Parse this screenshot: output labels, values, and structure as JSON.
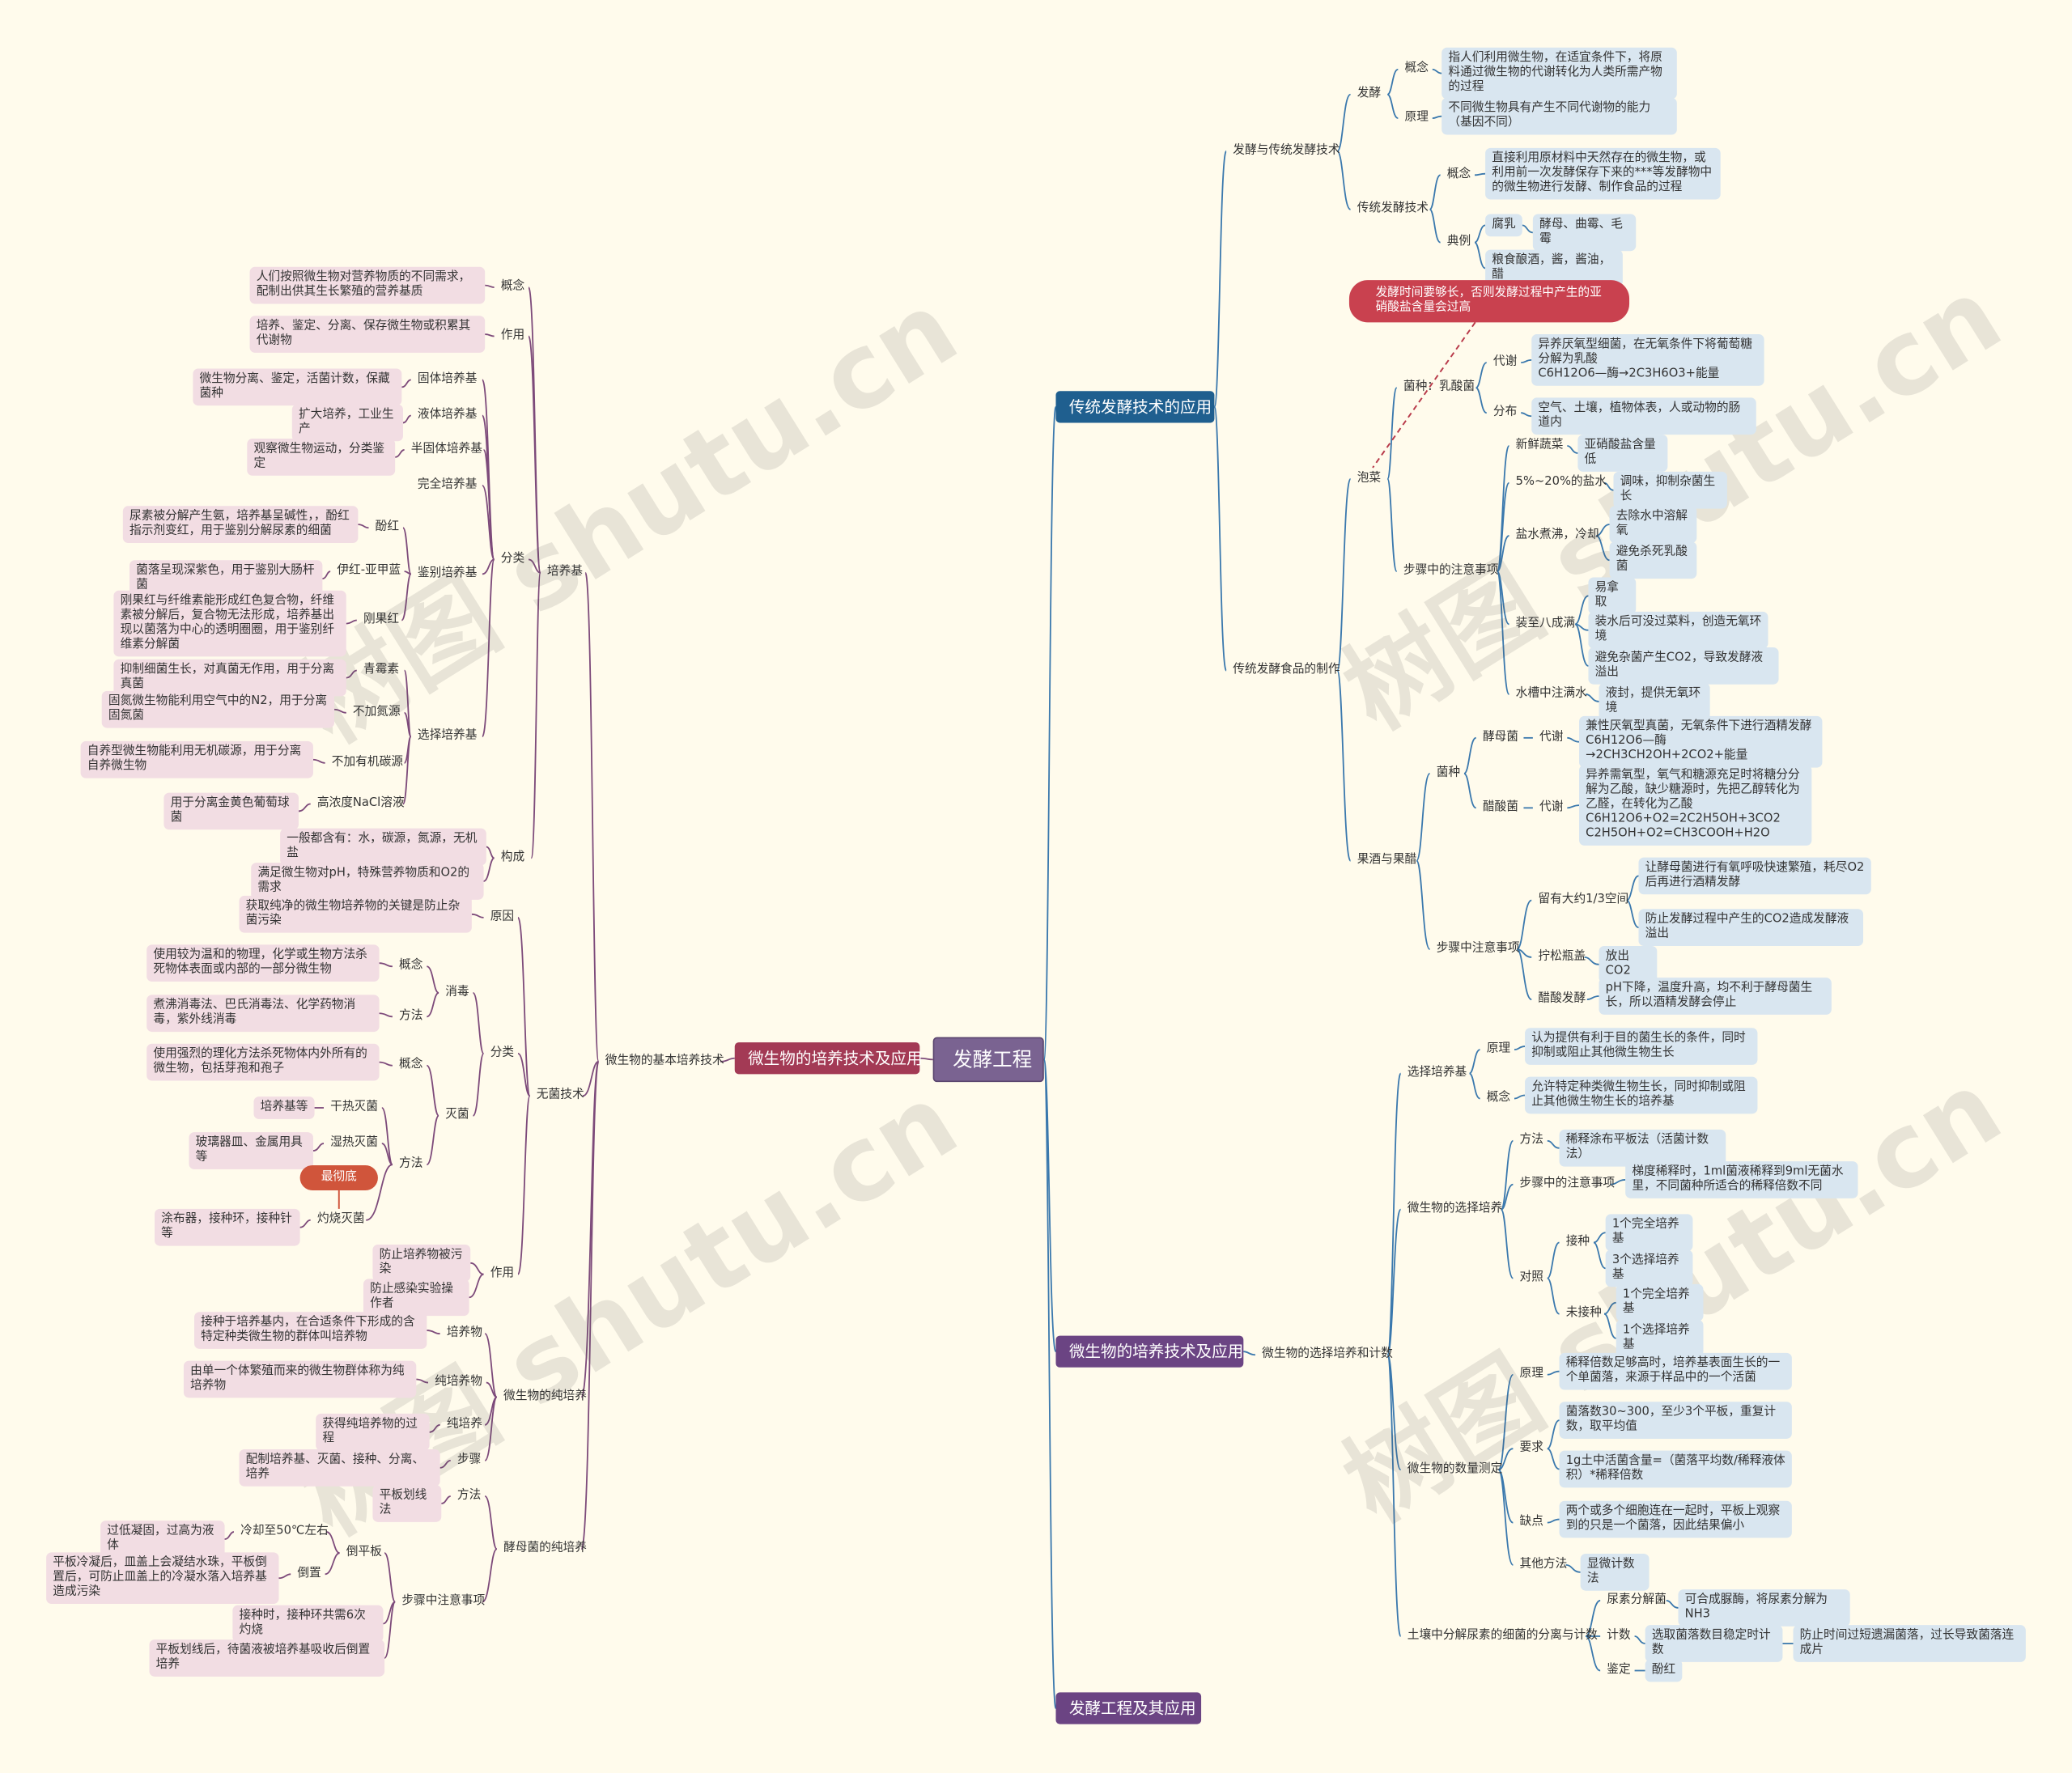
{
  "watermark": "树图 shutu.cn",
  "root": "发酵工程",
  "main": {
    "fermentation_tech": "传统发酵技术的应用",
    "culture_right": "微生物的培养技术及应用",
    "culture_left": "微生物的培养技术及应用",
    "fermentation_eng": "发酵工程及其应用"
  },
  "right_top": {
    "fermentation_and_traditional": "发酵与传统发酵技术",
    "fermentation": "发酵",
    "concept": "概念",
    "concept_text": "指人们利用微生物，在适宜条件下，将原料通过微生物的代谢转化为人类所需产物的过程",
    "principle": "原理",
    "principle_text": "不同微生物具有产生不同代谢物的能力（基因不同）",
    "traditional": "传统发酵技术",
    "trad_concept": "概念",
    "trad_concept_text": "直接利用原材料中天然存在的微生物，或利用前一次发酵保存下来的***等发酵物中的微生物进行发酵、制作食品的过程",
    "example": "典例",
    "furu": "腐乳",
    "furu_text": "酵母、曲霉、毛霉",
    "liangshi": "粮食酿酒，酱，酱油，醋",
    "making": "传统发酵食品的制作",
    "note": "发酵时间要够长，否则发酵过程中产生的亚硝酸盐含量会过高",
    "paocai": "泡菜",
    "strain_lactic": "菌种：乳酸菌",
    "metabolism": "代谢",
    "metabolism_text": "异养厌氧型细菌，在无氧条件下将葡萄糖分解为乳酸\nC6H12O6—酶→2C3H6O3+能量",
    "distribution": "分布",
    "distribution_text": "空气、土壤，植物体表，人或动物的肠道内",
    "steps": "步骤中的注意事项",
    "fresh": "新鲜蔬菜",
    "fresh_text": "亚硝酸盐含量低",
    "salt": "5%~20%的盐水",
    "salt_text": "调味，抑制杂菌生长",
    "boil": "盐水煮沸，冷却",
    "boil_1": "去除水中溶解氧",
    "boil_2": "避免杀死乳酸菌",
    "eighty": "装至八成满",
    "eighty_1": "易拿取",
    "eighty_2": "装水后可没过菜料，创造无氧环境",
    "eighty_3": "避免杂菌产生CO2，导致发酵液溢出",
    "water": "水槽中注满水",
    "water_text": "液封，提供无氧环境",
    "wine": "果酒与果醋",
    "strain": "菌种",
    "yeast": "酵母菌",
    "yeast_meta": "代谢",
    "yeast_text": "兼性厌氧型真菌，无氧条件下进行酒精发酵\nC6H12O6—酶→2CH3CH2OH+2CO2+能量",
    "acetic": "醋酸菌",
    "acetic_meta": "代谢",
    "acetic_text": "异养需氧型，氧气和糖源充足时将糖分分解为乙酸，缺少糖源时，先把乙醇转化为乙醛，在转化为乙酸\nC6H12O6+O2=2C2H5OH+3CO2\nC2H5OH+O2=CH3COOH+H2O",
    "wine_steps": "步骤中注意事项",
    "space": "留有大约1/3空间",
    "space_1": "让酵母菌进行有氧呼吸快速繁殖，耗尽O2后再进行酒精发酵",
    "space_2": "防止发酵过程中产生的CO2造成发酵液溢出",
    "loosen": "拧松瓶盖",
    "loosen_text": "放出CO2",
    "vinegar": "醋酸发酵",
    "vinegar_text": "pH下降，温度升高，均不利于酵母菌生长，所以酒精发酵会停止"
  },
  "right_bottom": {
    "selection_count": "微生物的选择培养和计数",
    "selective_medium": "选择培养基",
    "principle": "原理",
    "principle_text": "认为提供有利于目的菌生长的条件，同时抑制或阻止其他微生物生长",
    "concept": "概念",
    "concept_text": "允许特定种类微生物生长，同时抑制或阻止其他微生物生长的培养基",
    "selective_culture": "微生物的选择培养",
    "method": "方法",
    "method_text": "稀释涂布平板法（活菌计数法）",
    "steps": "步骤中的注意事项",
    "steps_text": "梯度稀释时，1ml菌液稀释到9ml无菌水里，不同菌种所适合的稀释倍数不同",
    "control": "对照",
    "inoculate": "接种",
    "inoc_1": "1个完全培养基",
    "inoc_2": "3个选择培养基",
    "not_inoc": "未接种",
    "noinoc_1": "1个完全培养基",
    "noinoc_2": "1个选择培养基",
    "count": "微生物的数量测定",
    "count_principle": "原理",
    "count_principle_text": "稀释倍数足够高时，培养基表面生长的一个单菌落，来源于样品中的一个活菌",
    "require": "要求",
    "require_1": "菌落数30~300，至少3个平板，重复计数，取平均值",
    "require_2": "1g土中活菌含量=（菌落平均数/稀释液体积）*稀释倍数",
    "defect": "缺点",
    "defect_text": "两个或多个细胞连在一起时，平板上观察到的只是一个菌落，因此结果偏小",
    "other": "其他方法",
    "other_text": "显微计数法",
    "soil": "土壤中分解尿素的细菌的分离与计数",
    "urease": "尿素分解菌",
    "urease_text": "可合成脲酶，将尿素分解为NH3",
    "soil_count": "计数",
    "soil_count_text": "选取菌落数目稳定时计数",
    "soil_count_text2": "防止时间过短遗漏菌落，过长导致菌落连成片",
    "identify": "鉴定",
    "identify_text": "酚红"
  },
  "left": {
    "basic": "微生物的基本培养技术",
    "medium": "培养基",
    "concept": "概念",
    "concept_text": "人们按照微生物对营养物质的不同需求，配制出供其生长繁殖的营养基质",
    "function": "作用",
    "function_text": "培养、鉴定、分离、保存微生物或积累其代谢物",
    "classify": "分类",
    "solid": "固体培养基",
    "solid_text": "微生物分离、鉴定，活菌计数，保藏菌种",
    "liquid": "液体培养基",
    "liquid_text": "扩大培养，工业生产",
    "semi": "半固体培养基",
    "semi_text": "观察微生物运动，分类鉴定",
    "complete": "完全培养基",
    "identify_medium": "鉴别培养基",
    "phenol": "酚红",
    "phenol_text": "尿素被分解产生氨，培养基呈碱性，，酚红指示剂变红，用于鉴别分解尿素的细菌",
    "emb": "伊红-亚甲蓝",
    "emb_text": "菌落呈现深紫色，用于鉴别大肠杆菌",
    "congo": "刚果红",
    "congo_text": "刚果红与纤维素能形成红色复合物，纤维素被分解后，复合物无法形成，培养基出现以菌落为中心的透明圈圈，用于鉴别纤维素分解菌",
    "select_medium": "选择培养基",
    "penicillin": "青霉素",
    "penicillin_text": "抑制细菌生长，对真菌无作用，用于分离真菌",
    "no_n": "不加氮源",
    "no_n_text": "固氮微生物能利用空气中的N2，用于分离固氮菌",
    "no_c": "不加有机碳源",
    "no_c_text": "自养型微生物能利用无机碳源，用于分离自养微生物",
    "nacl": "高浓度NaCl溶液",
    "nacl_text": "用于分离金黄色葡萄球菌",
    "composition": "构成",
    "comp_1": "一般都含有：水，碳源，氮源，无机盐",
    "comp_2": "满足微生物对pH，特殊营养物质和O2的需求",
    "aseptic": "无菌技术",
    "reason": "原因",
    "reason_text": "获取纯净的微生物培养物的关键是防止杂菌污染",
    "aseptic_classify": "分类",
    "disinfect": "消毒",
    "dis_concept": "概念",
    "dis_concept_text": "使用较为温和的物理，化学或生物方法杀死物体表面或内部的一部分微生物",
    "dis_method": "方法",
    "dis_method_text": "煮沸消毒法、巴氏消毒法、化学药物消毒，紫外线消毒",
    "sterilize": "灭菌",
    "ster_concept": "概念",
    "ster_concept_text": "使用强烈的理化方法杀死物体内外所有的微生物，包括芽孢和孢子",
    "ster_method": "方法",
    "dry": "干热灭菌",
    "dry_text": "培养基等",
    "moist": "湿热灭菌",
    "moist_text": "玻璃器皿、金属用具等",
    "most_thorough": "最彻底",
    "burn": "灼烧灭菌",
    "burn_text": "涂布器，接种环，接种针等",
    "aseptic_function": "作用",
    "func_1": "防止培养物被污染",
    "func_2": "防止感染实验操作者",
    "pure": "微生物的纯培养",
    "culture": "培养物",
    "culture_text": "接种于培养基内，在合适条件下形成的含特定种类微生物的群体叫培养物",
    "pure_culture": "纯培养物",
    "pure_culture_text": "由单一个体繁殖而来的微生物群体称为纯培养物",
    "pure_cult": "纯培养",
    "pure_cult_text": "获得纯培养物的过程",
    "step": "步骤",
    "step_text": "配制培养基、灭菌、接种、分离、培养",
    "yeast_pure": "酵母菌的纯培养",
    "method": "方法",
    "method_text": "平板划线法",
    "steps_note": "步骤中注意事项",
    "pour": "倒平板",
    "cool": "冷却至50℃左右",
    "cool_text": "过低凝固，过高为液体",
    "invert": "倒置",
    "invert_text": "平板冷凝后，皿盖上会凝结水珠，平板倒置后，可防止皿盖上的冷凝水落入培养基造成污染",
    "burn6": "接种时，接种环共需6次灼烧",
    "after": "平板划线后，待菌液被培养基吸收后倒置培养"
  },
  "colors": {
    "background": "#fffbec",
    "root": "#7a6391",
    "blue": "#1f5f8f",
    "red": "#a33a55",
    "purple": "#6b4483",
    "left_leaf": "#f2dde3",
    "right_leaf": "#d9e6f0",
    "note": "#c9414f",
    "orange": "#d0553b",
    "line_blue": "#3a78ad",
    "line_purple": "#7d4a7a"
  }
}
